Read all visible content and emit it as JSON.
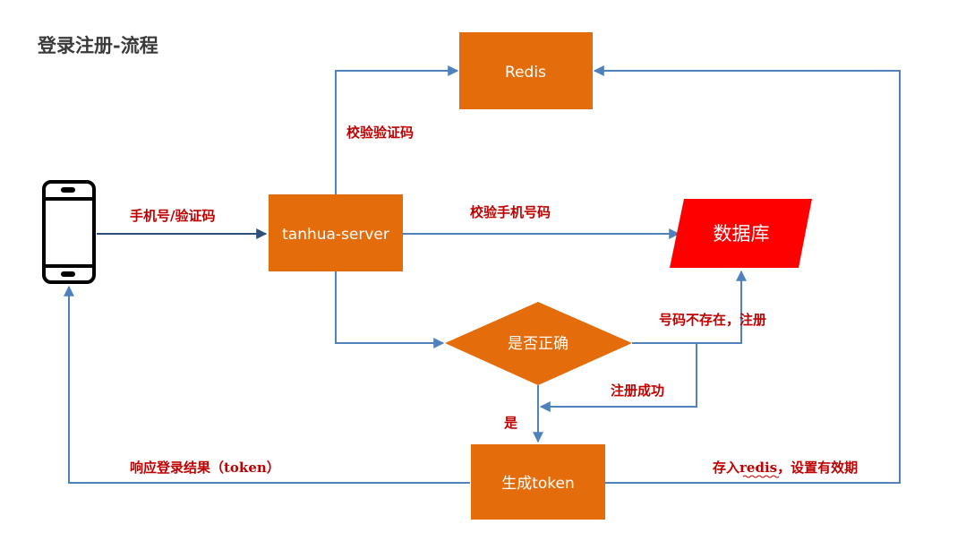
{
  "title": "登录注册-流程",
  "colors": {
    "node_orange": "#e46c0a",
    "node_red": "#ff0000",
    "edge_blue": "#4f81bd",
    "edge_label_red": "#c00000",
    "phone_black": "#000000"
  },
  "nodes": {
    "phone": {
      "icon": "smartphone-icon"
    },
    "server": {
      "label": "tanhua-server"
    },
    "redis": {
      "label": "Redis"
    },
    "database": {
      "label": "数据库"
    },
    "decision": {
      "label": "是否正确"
    },
    "token": {
      "label": "生成token"
    }
  },
  "edges": {
    "phone_to_server": "手机号/验证码",
    "server_to_redis": "校验验证码",
    "server_to_db": "校验手机号码",
    "decision_to_db": "号码不存在，注册",
    "db_to_token": "注册成功",
    "decision_to_token": "是",
    "token_to_phone": "响应登录结果（token）",
    "token_to_redis_prefix": "存入",
    "token_to_redis_word": "redis",
    "token_to_redis_suffix": "，设置有效期"
  }
}
